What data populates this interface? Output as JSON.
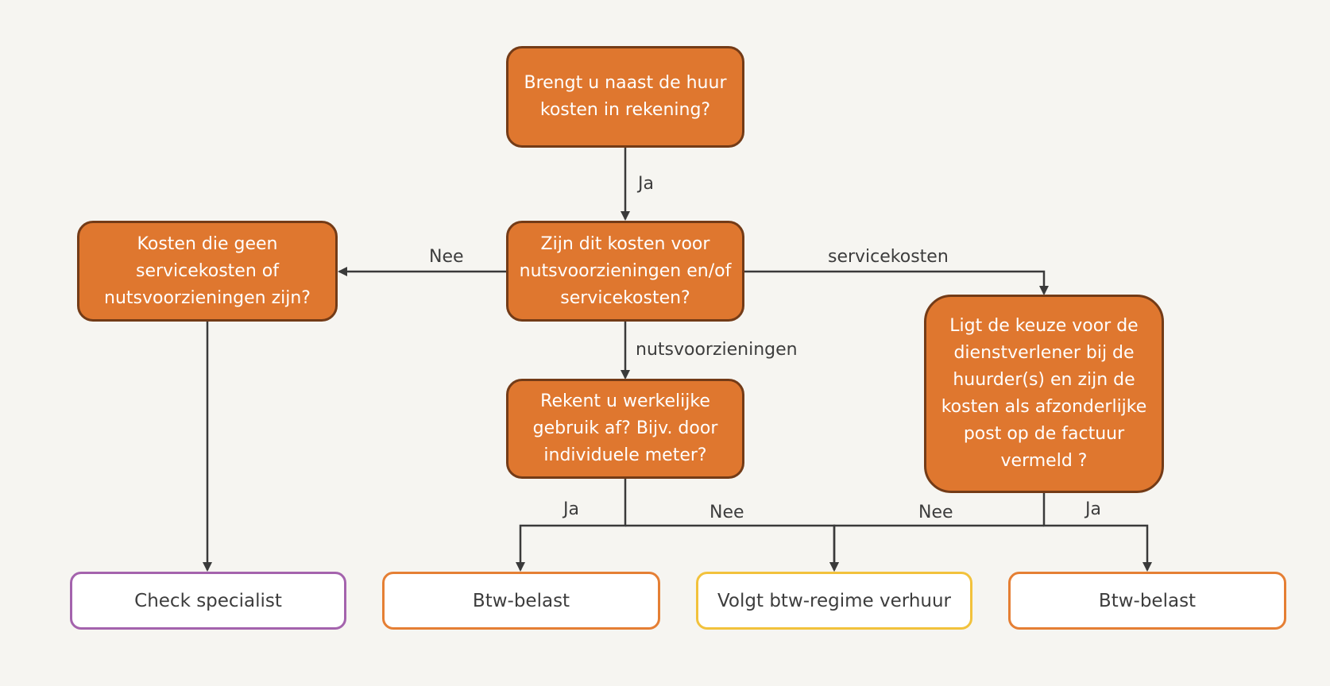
{
  "questions": {
    "q1": "Brengt u naast de huur kosten in rekening?",
    "q2": "Zijn dit kosten voor nutsvoorzieningen en/of servicekosten?",
    "q3": "Kosten die geen servicekosten of nutsvoorzieningen zijn?",
    "q4": "Rekent u werkelijke gebruik af? Bijv. door individuele meter?",
    "q5": "Ligt de keuze voor de dienstverlener bij de huurder(s) en zijn de kosten als afzonderlijke post op de factuur vermeld ?"
  },
  "outcomes": {
    "check": "Check specialist",
    "btw1": "Btw-belast",
    "volgt": "Volgt btw-regime verhuur",
    "btw2": "Btw-belast"
  },
  "edges": {
    "q1_ja": "Ja",
    "q2_nee": "Nee",
    "q2_service": "servicekosten",
    "q2_nuts": "nutsvoorzieningen",
    "q4_ja": "Ja",
    "q4_nee": "Nee",
    "q5_nee": "Nee",
    "q5_ja": "Ja"
  },
  "colors": {
    "question_fill": "#df772f",
    "question_border": "#733b17",
    "outcome_specialist": "#a463ad",
    "outcome_btw": "#e57f34",
    "outcome_regime": "#f2c23c",
    "connector": "#3a3a3a",
    "background": "#f6f5f1"
  }
}
